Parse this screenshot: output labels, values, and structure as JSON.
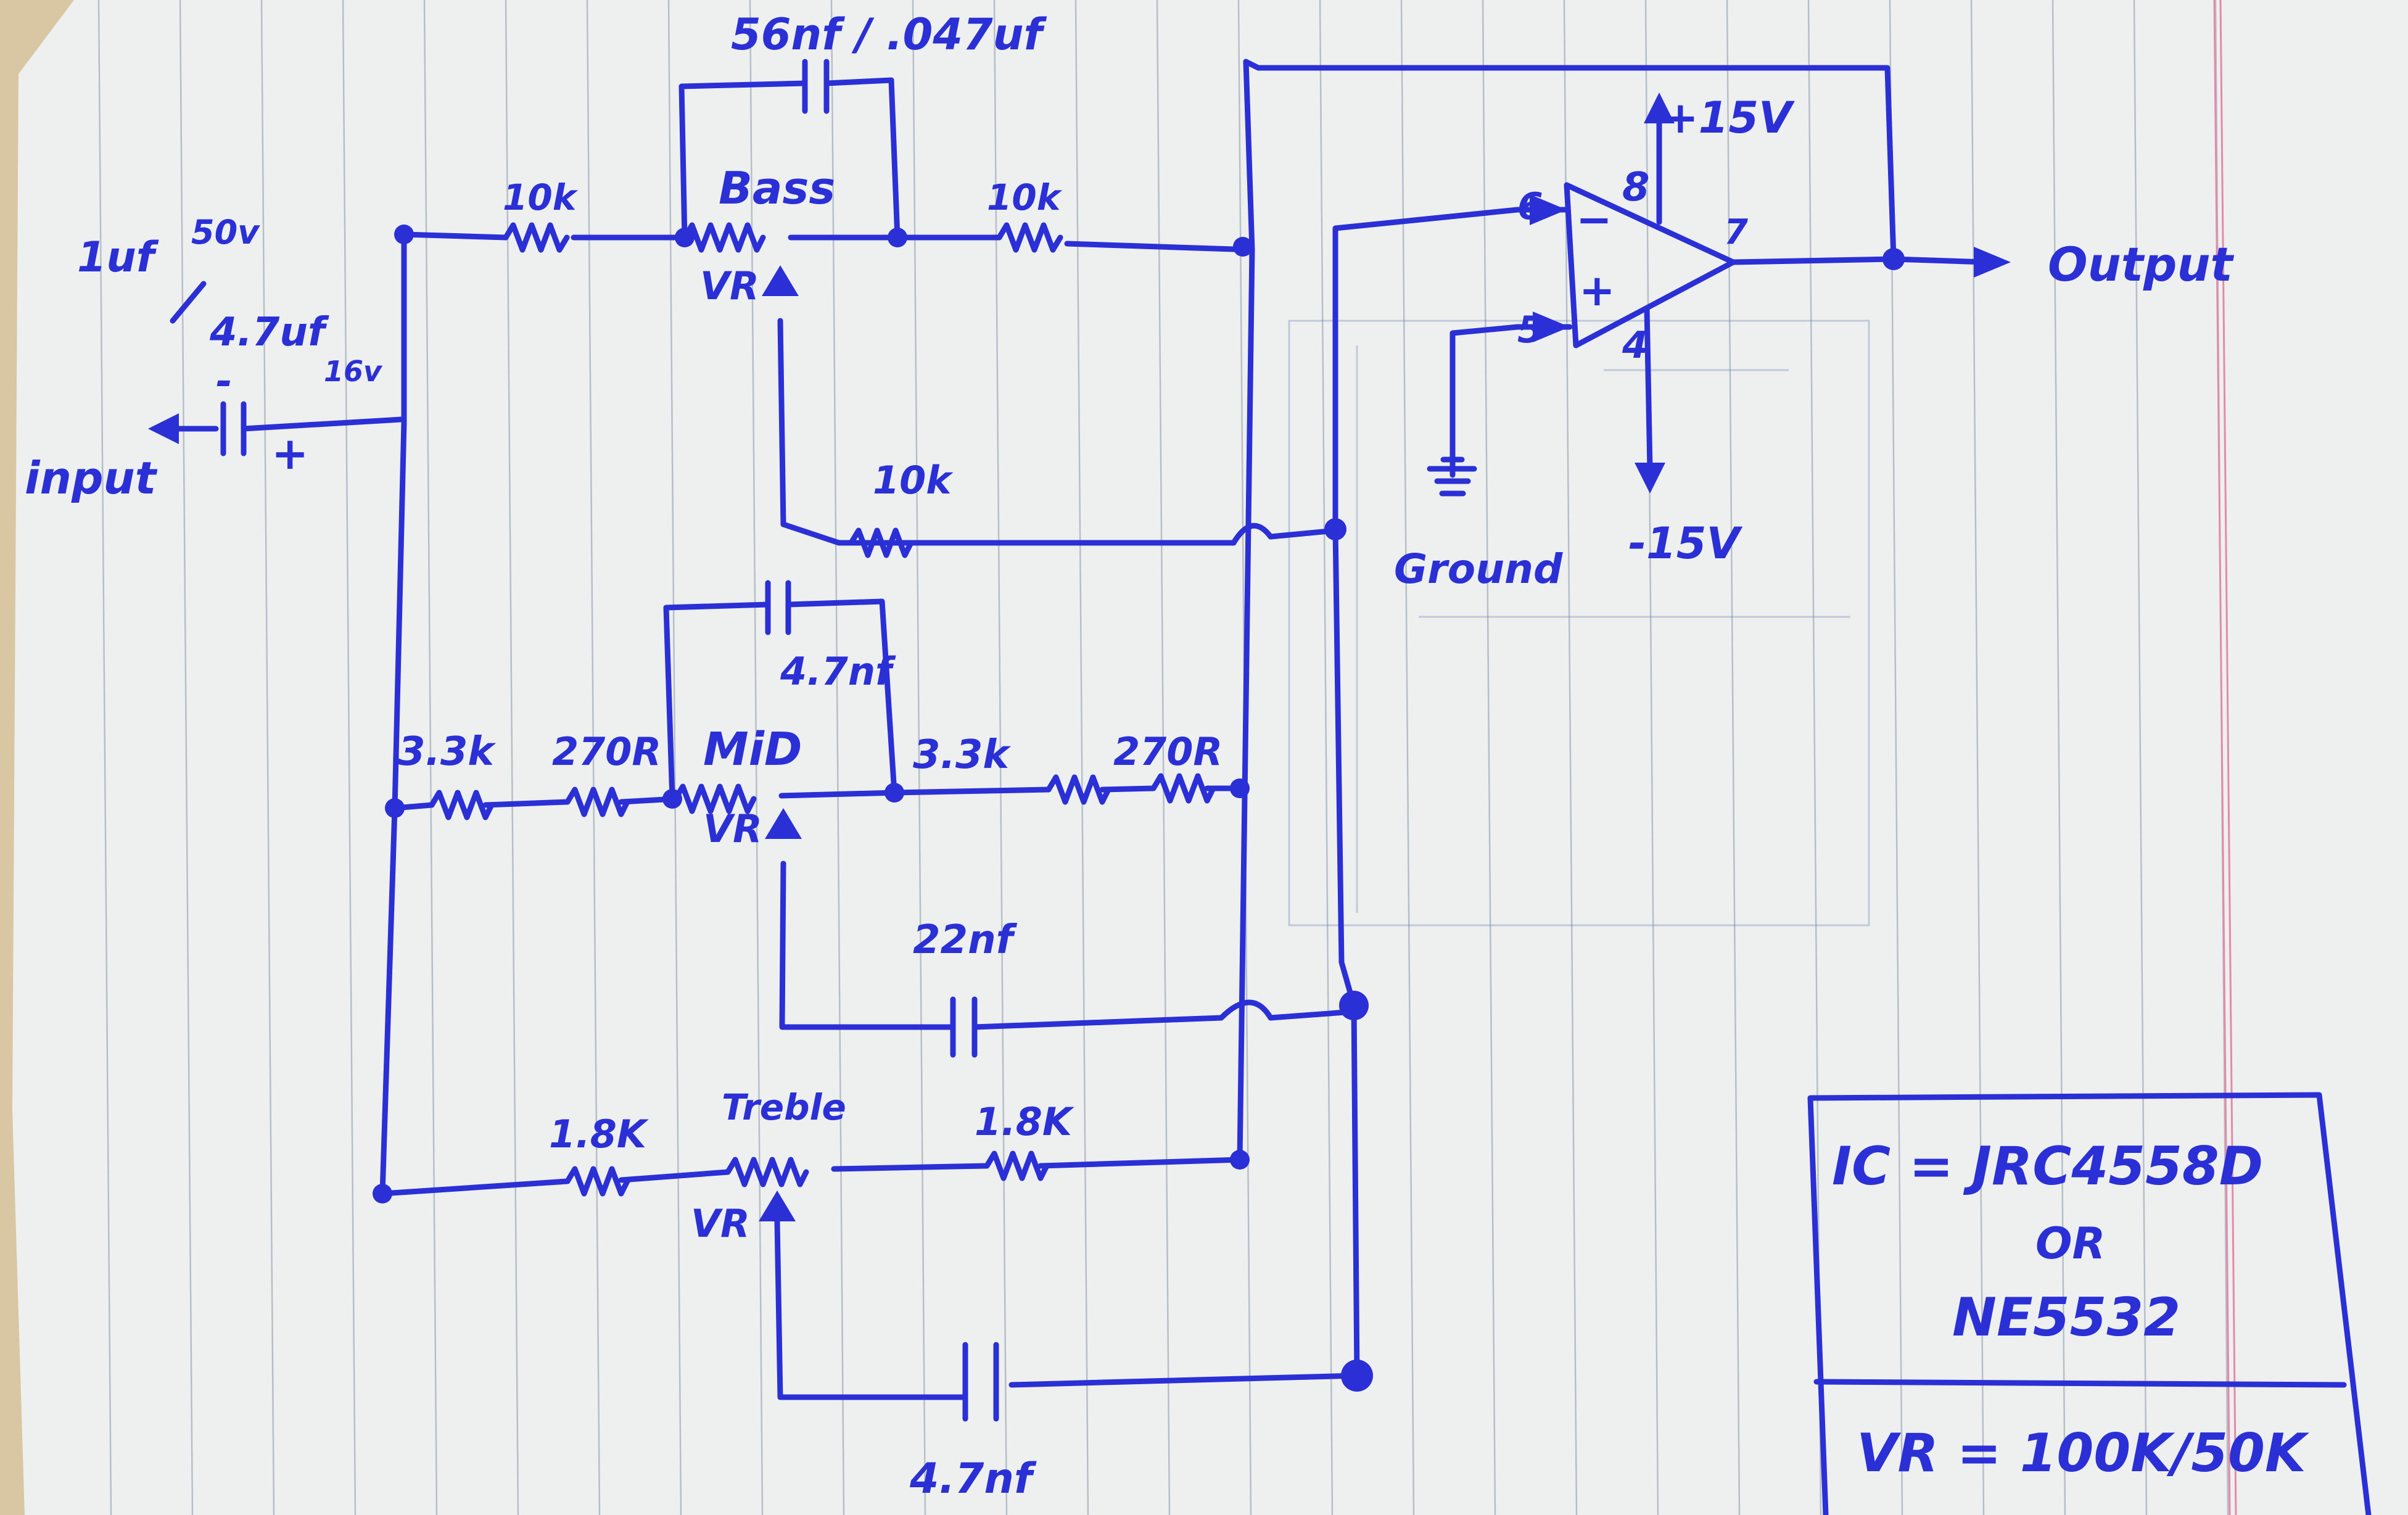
{
  "labels": {
    "input": "input",
    "cap_in_1uf": "1uf",
    "cap_in_50v": "50v",
    "cap_in_47uf": "4.7uf",
    "cap_in_16v": "16v",
    "cap_minus": "-",
    "cap_plus": "+",
    "bass_cap": "56nf / .047uf",
    "bass_r_left": "10k",
    "bass_r_right": "10k",
    "bass": "Bass",
    "vr_bass": "VR",
    "bass_feedback_r": "10k",
    "mid_cap": "4.7nf",
    "mid_r1": "3.3k",
    "mid_r2": "270R",
    "mid": "MiD",
    "mid_r3": "3.3k",
    "mid_r4": "270R",
    "vr_mid": "VR",
    "mid_cap2": "22nf",
    "treble_r1": "1.8K",
    "treble": "Treble",
    "treble_r2": "1.8K",
    "vr_treble": "VR",
    "treble_cap": "4.7nf",
    "pin6": "6",
    "pin5": "5",
    "pin8": "8",
    "pin4": "4",
    "pin7": "7",
    "vplus": "+15V",
    "vminus": "-15V",
    "ground": "Ground",
    "output": "Output",
    "opamp_minus": "−",
    "opamp_plus": "+"
  },
  "notes": {
    "ic_line1": "IC = JRC4558D",
    "ic_line2": "OR",
    "ic_line3": "NE5532",
    "vr_line": "VR = 100K/50K"
  },
  "colors": {
    "ink": "#2a2fd6",
    "paper": "#eef0ef",
    "rules": "#8a97a8",
    "margin_line": "#e38aa8"
  }
}
